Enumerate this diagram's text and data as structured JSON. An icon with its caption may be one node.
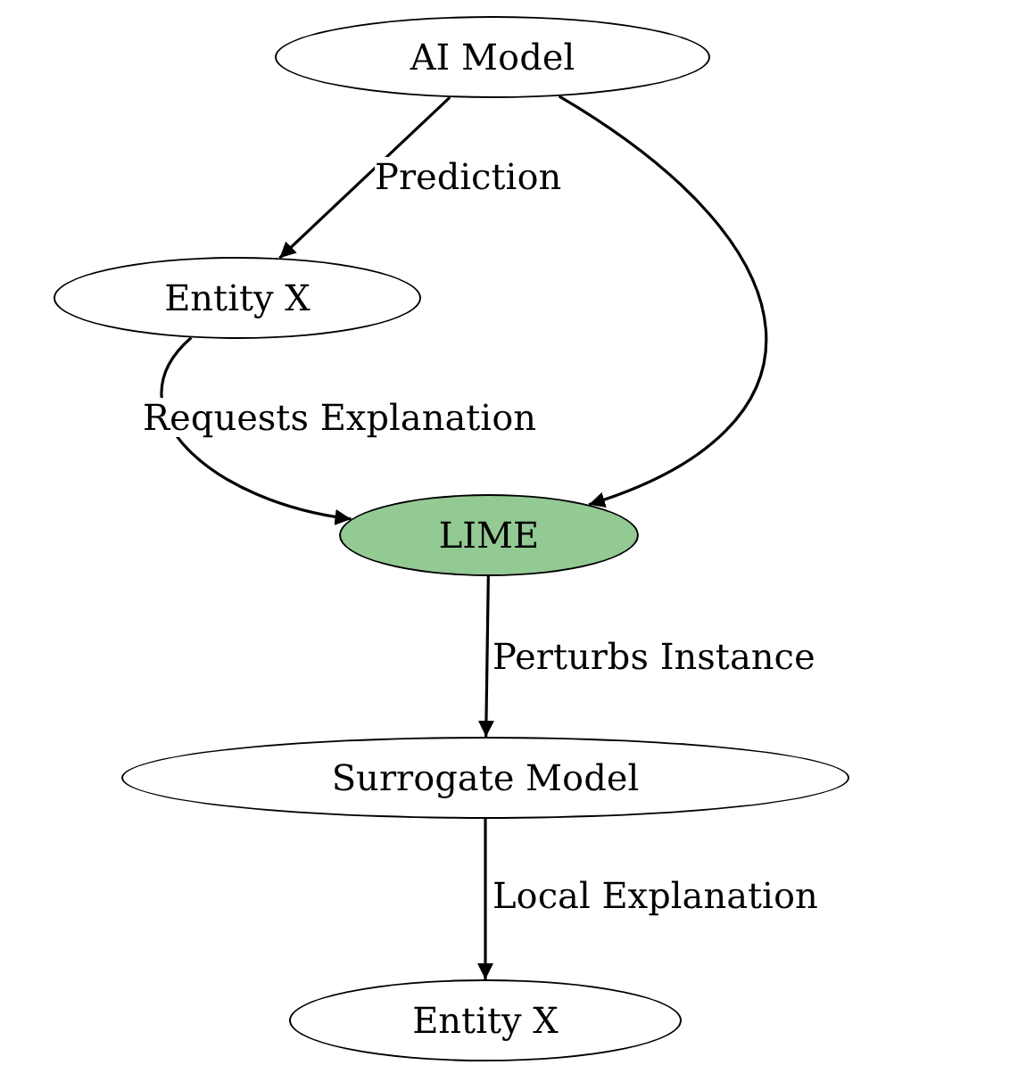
{
  "diagram": {
    "nodes": [
      {
        "text": [
          "AI Model"
        ]
      },
      {
        "text": [
          "Entity X"
        ]
      },
      {
        "text": [
          "LIME"
        ]
      },
      {
        "text": [
          "Surrogate Model"
        ]
      },
      {
        "text": [
          "Entity X"
        ]
      }
    ],
    "edges": [
      {
        "from": 0,
        "to": 1,
        "arrow": "to",
        "label": "Prediction"
      },
      {
        "from": 1,
        "to": 2,
        "arrow": "to",
        "label": "Requests Explanation"
      },
      {
        "from": 0,
        "to": 2,
        "arrow": "to"
      },
      {
        "from": 2,
        "to": 3,
        "arrow": "to",
        "label": "Perturbs Instance"
      },
      {
        "from": 3,
        "to": 4,
        "arrow": "to",
        "label": "Local Explanation"
      }
    ]
  }
}
